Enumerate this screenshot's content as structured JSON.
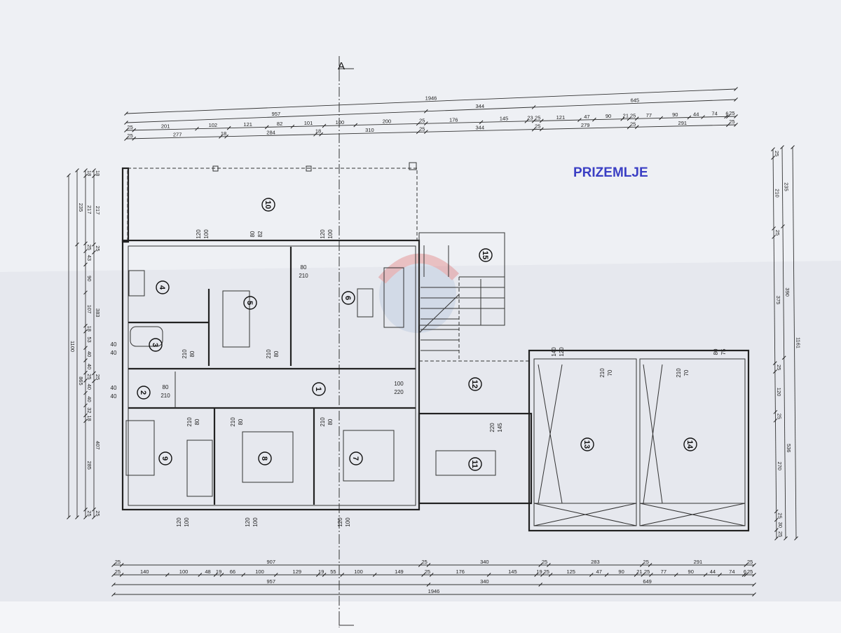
{
  "plan": {
    "title": "PRIZEMLJE",
    "section_marker": "A",
    "title_color": "#3b3fc4",
    "rooms": [
      "1",
      "2",
      "3",
      "4",
      "5",
      "6",
      "7",
      "8",
      "9",
      "10",
      "11",
      "12",
      "13",
      "14",
      "15"
    ]
  },
  "dimensions": {
    "top": [
      [
        "1946"
      ],
      [
        "957",
        "344",
        "645"
      ],
      [
        "25",
        "201",
        "102",
        "121",
        "82",
        "101",
        "100",
        "200",
        "25",
        "176",
        "145",
        "23",
        "25",
        "121",
        "47",
        "90",
        "21",
        "25",
        "77",
        "90",
        "44",
        "74",
        "6",
        "25"
      ],
      [
        "25",
        "277",
        "18",
        "284",
        "18",
        "310",
        "25",
        "344",
        "25",
        "279",
        "25",
        "291",
        "25"
      ]
    ],
    "bottom": [
      [
        "25",
        "907",
        "25",
        "340",
        "25",
        "283",
        "25",
        "291",
        "25"
      ],
      [
        "25",
        "140",
        "100",
        "48",
        "19",
        "66",
        "100",
        "129",
        "19",
        "55",
        "100",
        "149",
        "25",
        "176",
        "145",
        "19",
        "25",
        "125",
        "47",
        "90",
        "21",
        "25",
        "77",
        "90",
        "44",
        "74",
        "6",
        "25"
      ],
      [
        "957",
        "340",
        "649"
      ],
      [
        "1946"
      ]
    ],
    "left": [
      [
        "1100"
      ],
      [
        "235",
        "865"
      ],
      [
        "18",
        "217",
        "25",
        "43",
        "90",
        "107",
        "18",
        "53",
        "40",
        "40",
        "25",
        "40",
        "40",
        "32",
        "18",
        "285",
        "25"
      ],
      [
        "18",
        "217",
        "25",
        "383",
        "25",
        "407",
        "25"
      ]
    ],
    "right": [
      [
        "25",
        "210",
        "25",
        "375",
        "25",
        "120",
        "25",
        "270",
        "25",
        "30",
        "25"
      ],
      [
        "235",
        "390",
        "536"
      ],
      [
        "1161"
      ]
    ]
  },
  "openings": [
    [
      "120",
      "100"
    ],
    [
      "80",
      "82"
    ],
    [
      "120",
      "100"
    ],
    [
      "80",
      "210"
    ],
    [
      "210",
      "80"
    ],
    [
      "210",
      "80"
    ],
    [
      "40",
      "40"
    ],
    [
      "40",
      "40"
    ],
    [
      "80",
      "210"
    ],
    [
      "100",
      "220"
    ],
    [
      "210",
      "80"
    ],
    [
      "210",
      "80"
    ],
    [
      "210",
      "80"
    ],
    [
      "120",
      "100"
    ],
    [
      "120",
      "100"
    ],
    [
      "120",
      "100"
    ],
    [
      "220",
      "145"
    ],
    [
      "140",
      "120"
    ],
    [
      "210",
      "70"
    ],
    [
      "210",
      "70"
    ],
    [
      "80",
      "75"
    ]
  ]
}
